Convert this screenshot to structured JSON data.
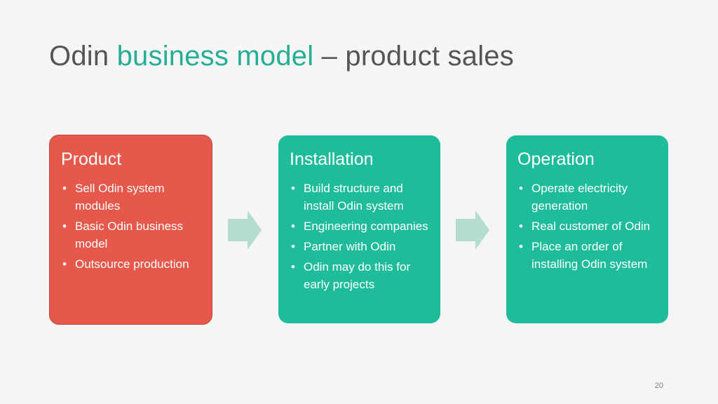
{
  "title": {
    "part1": "Odin ",
    "part2": "business model",
    "part3": " – product sales"
  },
  "colors": {
    "accent": "#26ad96",
    "product_card": "#e6584b",
    "stage_card": "#1fbc9b",
    "arrow": "#b4ddd0"
  },
  "cards": [
    {
      "title": "Product",
      "bullets": [
        "Sell Odin system modules",
        "Basic Odin business model",
        "Outsource production"
      ]
    },
    {
      "title": "Installation",
      "bullets": [
        "Build structure and install Odin system",
        "Engineering companies",
        "Partner with Odin",
        "Odin may do this for early projects"
      ]
    },
    {
      "title": "Operation",
      "bullets": [
        "Operate electricity generation",
        "Real customer of Odin",
        "Place an order of installing Odin system"
      ]
    }
  ],
  "page_number": "20"
}
